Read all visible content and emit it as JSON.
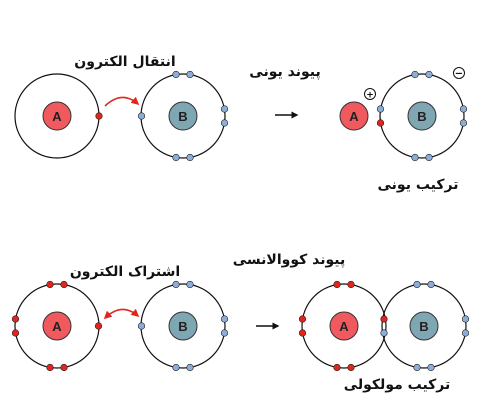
{
  "colors": {
    "atom_a": "#f05a5e",
    "atom_b": "#7fa7b3",
    "electron_a": "#e2241d",
    "electron_b": "#8aaed8",
    "arrow_curved": "#e2241d",
    "line": "#111111"
  },
  "atoms": {
    "a_label": "A",
    "b_label": "B"
  },
  "ionic": {
    "transfer_label": "انتقال الکترون",
    "bond_label": "پیوند یونی",
    "product_label": "ترکیب یونی",
    "plus_sign": "+",
    "minus_sign": "−"
  },
  "covalent": {
    "sharing_label": "اشتراک الکترون",
    "bond_label": "پیوند کووالانسی",
    "product_label": "ترکیب مولکولی"
  },
  "icons": {
    "curved_arrow": "curved-arrow-icon",
    "reaction_arrow": "right-arrow-icon",
    "double_curved_arrow": "double-curved-arrow-icon"
  }
}
